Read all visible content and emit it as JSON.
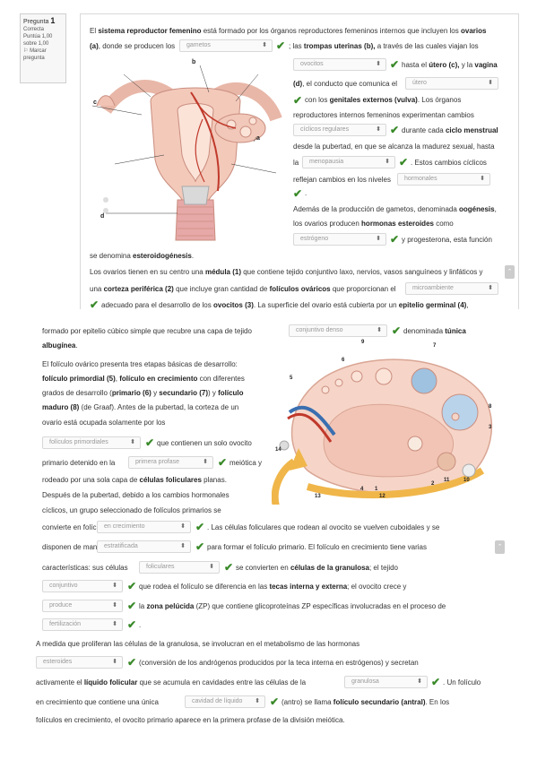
{
  "qinfo": {
    "label": "Pregunta",
    "number": "1",
    "status": "Correcta",
    "score": "Puntúa 1,00 sobre 1,00",
    "flag": "Marcar pregunta"
  },
  "figures": {
    "repro_letters": [
      "a",
      "b",
      "c",
      "d"
    ],
    "ovary_numbers": [
      "1",
      "2",
      "3",
      "4",
      "5",
      "6",
      "7",
      "8",
      "9",
      "10",
      "11",
      "12",
      "13",
      "14"
    ]
  },
  "selects": {
    "s1": "gametos",
    "s2": "ovocitos",
    "s3": "útero",
    "s4": "cíclicos regulares",
    "s5": "menopausia",
    "s6": "hormonales",
    "s7": "estrógeno",
    "s8": "microambiente",
    "s9": "conjuntivo denso",
    "s10": "folículos primordiales",
    "s11": "primera profase",
    "s12": "en crecimiento",
    "s13": "estratificada",
    "s14": "foliculares",
    "s15": "conjuntivo",
    "s16": "produce",
    "s17": "fertilización",
    "s18": "esteroides",
    "s19": "granulosa",
    "s20": "cavidad de líquido"
  },
  "text": {
    "l1a": "El ",
    "l1b": "sistema reproductor femenino",
    "l1c": " está formado por los órganos reproductores femeninos internos que incluyen los ",
    "l1d": "ovarios",
    "l2a": "(a)",
    "l2b": ", donde se producen los",
    "l2c": "; las ",
    "l2d": "trompas uterinas (b),",
    "l2e": " a través de las cuales viajan los",
    "l3a": " hasta el ",
    "l3b": "útero (c),",
    "l3c": " y la ",
    "l3d": "vagina",
    "l4a": "(d)",
    "l4b": ", el conducto que comunica el",
    "l5a": " con los ",
    "l5b": "genitales externos (vulva)",
    "l5c": ". Los órganos",
    "l6": "reproductores internos femeninos experimentan cambios",
    "l7a": " durante cada ",
    "l7b": "ciclo menstrual",
    "l8": "desde la pubertad, en que se alcanza la madurez sexual, hasta",
    "l9a": "la",
    "l9b": ". Estos cambios cíclicos",
    "l10": "reflejan cambios en los niveles",
    "l11": ".",
    "l12a": "Además de la producción de gametos, denominada ",
    "l12b": "oogénesis",
    "l13a": "los ovarios producen ",
    "l13b": "hormonas esteroides",
    "l13c": " como",
    "l14": " y progesterona, esta función",
    "l15a": "se denomina ",
    "l15b": "esteroidogénesis",
    "l16a": "Los ovarios tienen en su centro una ",
    "l16b": "médula (1)",
    "l16c": " que contiene tejido conjuntivo laxo, nervios, vasos sanguíneos y linfáticos y",
    "l17a": "una ",
    "l17b": "corteza periférica (2)",
    "l17c": " que incluye gran cantidad de ",
    "l17d": "folículos ováricos",
    "l17e": " que proporcionan el",
    "l18a": " adecuado para el desarrollo de los ",
    "l18b": "ovocitos (3)",
    "l18c": ". La superficie del ovario está cubierta por un ",
    "l18d": "epitelio germinal (4)",
    "l19": "formado por epitelio cúbico simple que recubre una capa de tejido",
    "l19b": " denominada ",
    "l19c": "túnica",
    "l20": "albugínea",
    "l21": "El folículo ovárico presenta tres etapas básicas de desarrollo:",
    "l22a": "folículo primordial (5)",
    "l22b": ", ",
    "l22c": "folículo en crecimiento",
    "l22d": " con diferentes",
    "l23a": "grados de desarrollo (",
    "l23b": "primario (6)",
    "l23c": " y ",
    "l23d": "secundario (7)",
    "l23e": ") y ",
    "l23f": "folículo",
    "l24a": "maduro (8)",
    "l24b": " (de Graaf). Antes de la pubertad, la corteza de un",
    "l25": "ovario está ocupada solamente por los",
    "l26": " que contienen un solo ovocito",
    "l27a": "primario detenido en la",
    "l27b": " meiótica y",
    "l28a": "rodeado por una sola capa de ",
    "l28b": "células foliculares",
    "l28c": " planas.",
    "l29": "Después de la pubertad, debido a los cambios hormonales",
    "l30": "cíclicos, un grupo seleccionado de folículos primarios se",
    "l31a": "convierte en folículos",
    "l31b": ". Las células foliculares que rodean al ovocito se vuelven cuboidales y se",
    "l32a": "disponen de manera",
    "l32b": " para formar el folículo primario. El folículo en crecimiento tiene varias",
    "l33a": "características: sus células",
    "l33b": " se convierten en ",
    "l33c": "células de la granulosa",
    "l33d": "; el tejido",
    "l34a": " que rodea el folículo se diferencia en las ",
    "l34b": "tecas interna y externa",
    "l34c": "; el ovocito crece y",
    "l35a": " la ",
    "l35b": "zona pelúcida",
    "l35c": " (ZP) que contiene glicoproteínas ZP específicas involucradas en el proceso de",
    "l36": ".",
    "l37": "A medida que proliferan las células de la granulosa, se involucran en el metabolismo de las hormonas",
    "l38": " (conversión de los andrógenos producidos por la teca interna en estrógenos) y secretan",
    "l39a": "activamente el ",
    "l39b": "líquido folicular",
    "l39c": " que se acumula en cavidades entre las células de la",
    "l39d": ". Un folículo",
    "l40a": "en crecimiento que contiene una única",
    "l40b": " (antro) se llama ",
    "l40c": "folículo secundario (antral)",
    "l40d": ". En los",
    "l41": "folículos en crecimiento, el ovocito primario aparece en la primera profase de la división meiótica."
  },
  "colors": {
    "check": "#3a8a2a",
    "bold_text": "#222222"
  }
}
